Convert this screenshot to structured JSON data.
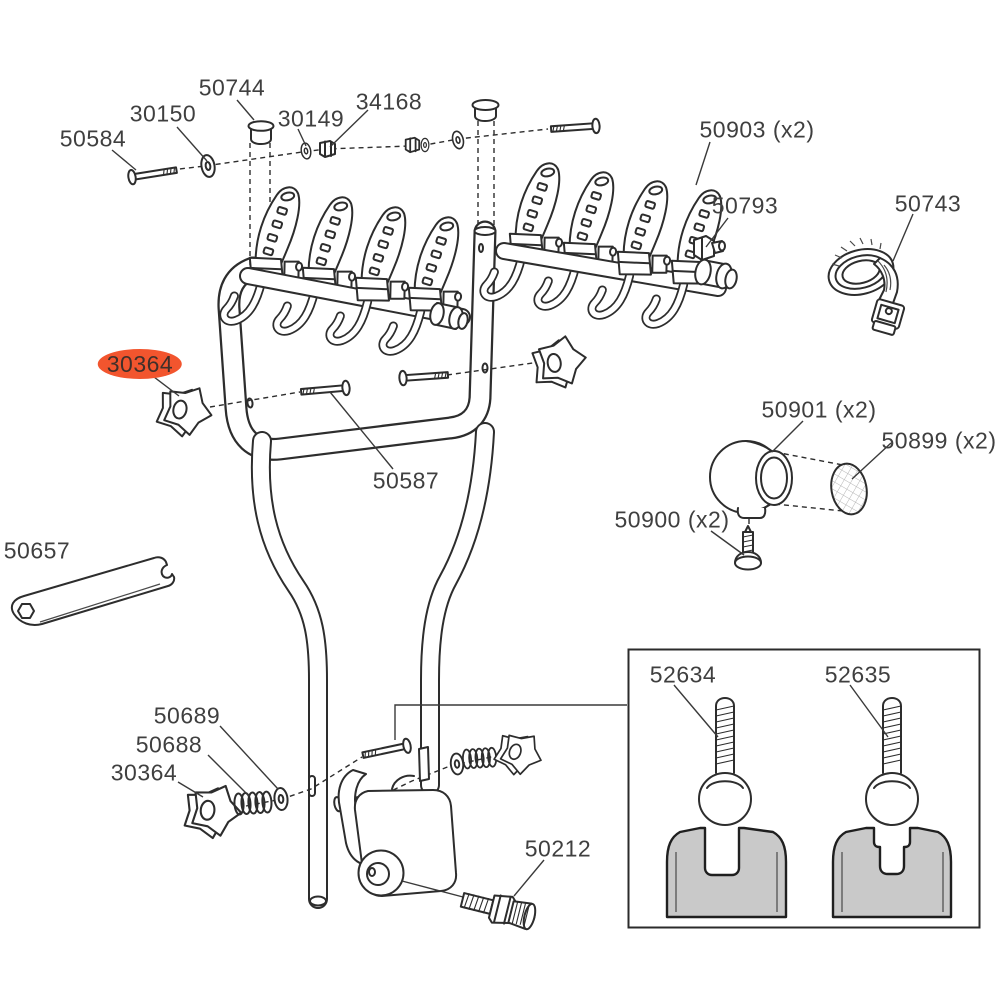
{
  "figure": {
    "kind": "exploded-parts-diagram",
    "colors": {
      "background": "#ffffff",
      "line": "#2d2d2d",
      "label_text": "#3f3f3f",
      "highlight_fill": "#f2552e",
      "highlight_text": "#40302a",
      "inset_rail_fill": "#c9c9c9",
      "inset_border": "#2b2b2b"
    }
  },
  "labels": [
    {
      "text": "50584",
      "highlighted": false
    },
    {
      "text": "30150",
      "highlighted": false
    },
    {
      "text": "50744",
      "highlighted": false
    },
    {
      "text": "30149",
      "highlighted": false
    },
    {
      "text": "34168",
      "highlighted": false
    },
    {
      "text": "50903 (x2)",
      "highlighted": false
    },
    {
      "text": "50793",
      "highlighted": false
    },
    {
      "text": "50743",
      "highlighted": false
    },
    {
      "text": "30364",
      "highlighted": true
    },
    {
      "text": "50587",
      "highlighted": false
    },
    {
      "text": "50901 (x2)",
      "highlighted": false
    },
    {
      "text": "50899 (x2)",
      "highlighted": false
    },
    {
      "text": "50900 (x2)",
      "highlighted": false
    },
    {
      "text": "50657",
      "highlighted": false
    },
    {
      "text": "50689",
      "highlighted": false
    },
    {
      "text": "50688",
      "highlighted": false
    },
    {
      "text": "30364",
      "highlighted": false
    },
    {
      "text": "50212",
      "highlighted": false
    }
  ],
  "inset": {
    "labels": [
      {
        "text": "52634"
      },
      {
        "text": "52635"
      }
    ]
  }
}
